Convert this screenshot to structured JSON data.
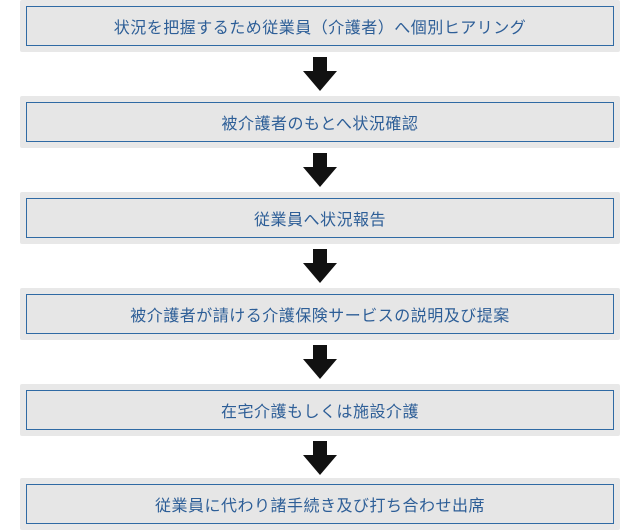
{
  "colors": {
    "box_fill": "#e6e6e6",
    "box_border": "#2f6aa4",
    "text": "#2d5e97",
    "arrow": "#111111"
  },
  "steps": [
    {
      "label": "状況を把握するため従業員（介護者）へ個別ヒアリング"
    },
    {
      "label": "被介護者のもとへ状況確認"
    },
    {
      "label": "従業員へ状況報告"
    },
    {
      "label": "被介護者が請ける介護保険サービスの説明及び提案"
    },
    {
      "label": "在宅介護もしくは施設介護"
    },
    {
      "label": "従業員に代わり諸手続き及び打ち合わせ出席"
    }
  ]
}
